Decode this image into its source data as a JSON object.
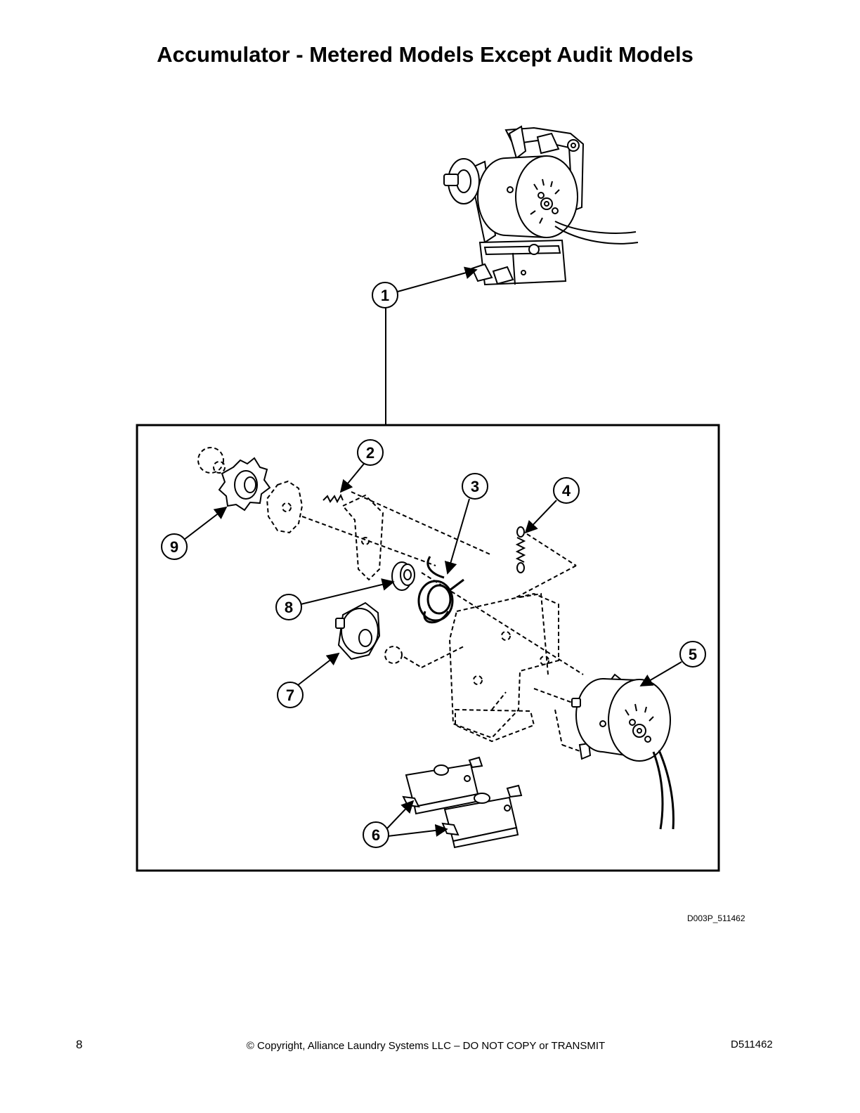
{
  "page": {
    "title": "Accumulator - Metered Models Except Audit Models",
    "figure_code": "D003P_511462",
    "page_number": "8",
    "copyright": "© Copyright, Alliance Laundry Systems LLC – DO NOT COPY or TRANSMIT",
    "document_number": "D511462"
  },
  "callouts": [
    "1",
    "2",
    "3",
    "4",
    "5",
    "6",
    "7",
    "8",
    "9"
  ]
}
